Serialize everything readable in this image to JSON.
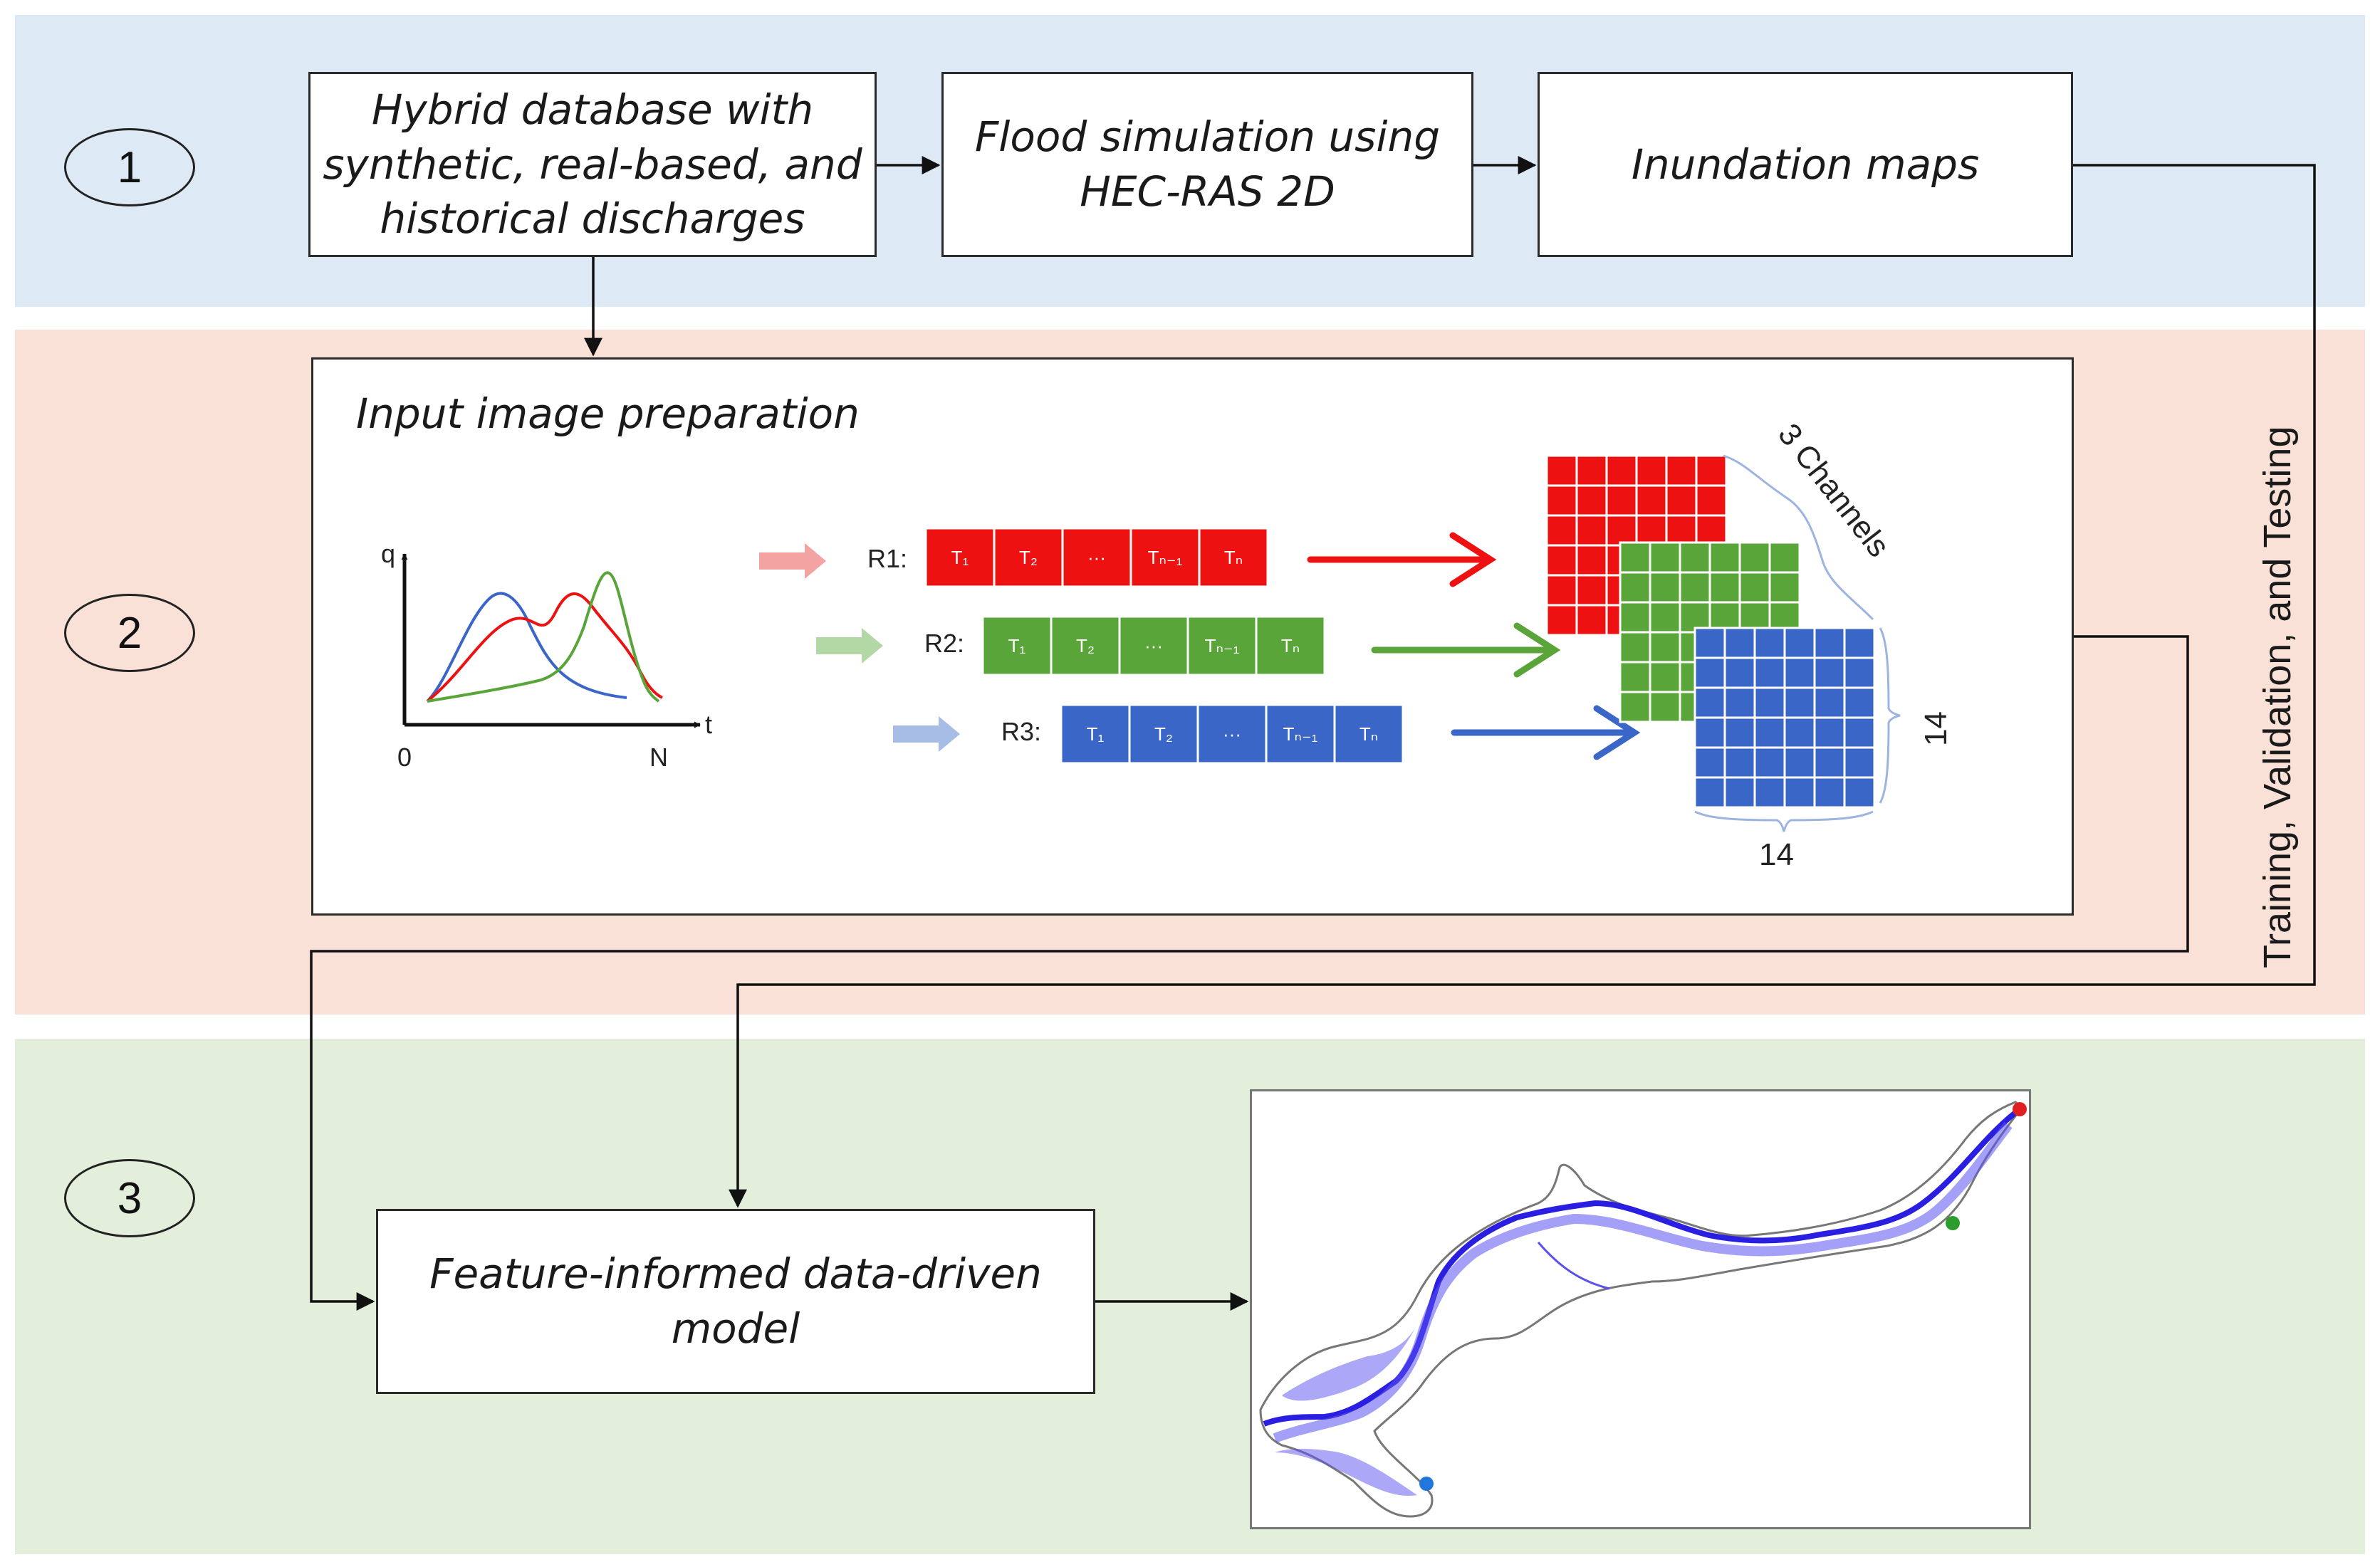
{
  "steps": [
    "1",
    "2",
    "3"
  ],
  "boxes": {
    "hybrid": "Hybrid database with synthetic, real-based, and historical discharges",
    "flood": "Flood simulation using HEC-RAS 2D",
    "inundation": "Inundation maps",
    "model": "Feature-informed data-driven model"
  },
  "side_label": "Training, Validation, and Testing",
  "prep": {
    "title": "Input image preparation",
    "hydrograph": {
      "y_label": "q",
      "x_label": "t",
      "origin": "0",
      "end": "N"
    },
    "rows": [
      {
        "label": "R1:",
        "color": "#ee1111",
        "cells": [
          "T₁",
          "T₂",
          "···",
          "Tₙ₋₁",
          "Tₙ"
        ]
      },
      {
        "label": "R2:",
        "color": "#5aa53a",
        "cells": [
          "T₁",
          "T₂",
          "···",
          "Tₙ₋₁",
          "Tₙ"
        ]
      },
      {
        "label": "R3:",
        "color": "#3a66c8",
        "cells": [
          "T₁",
          "T₂",
          "···",
          "Tₙ₋₁",
          "Tₙ"
        ]
      }
    ],
    "channels_label": "3 Channels",
    "dim_height": "14",
    "dim_width": "14"
  },
  "map": {
    "markers": {
      "upstream": "#e02020",
      "middle": "#2c9c2c",
      "downstream": "#2277dd"
    },
    "flood_color": "#2a1fe0"
  }
}
